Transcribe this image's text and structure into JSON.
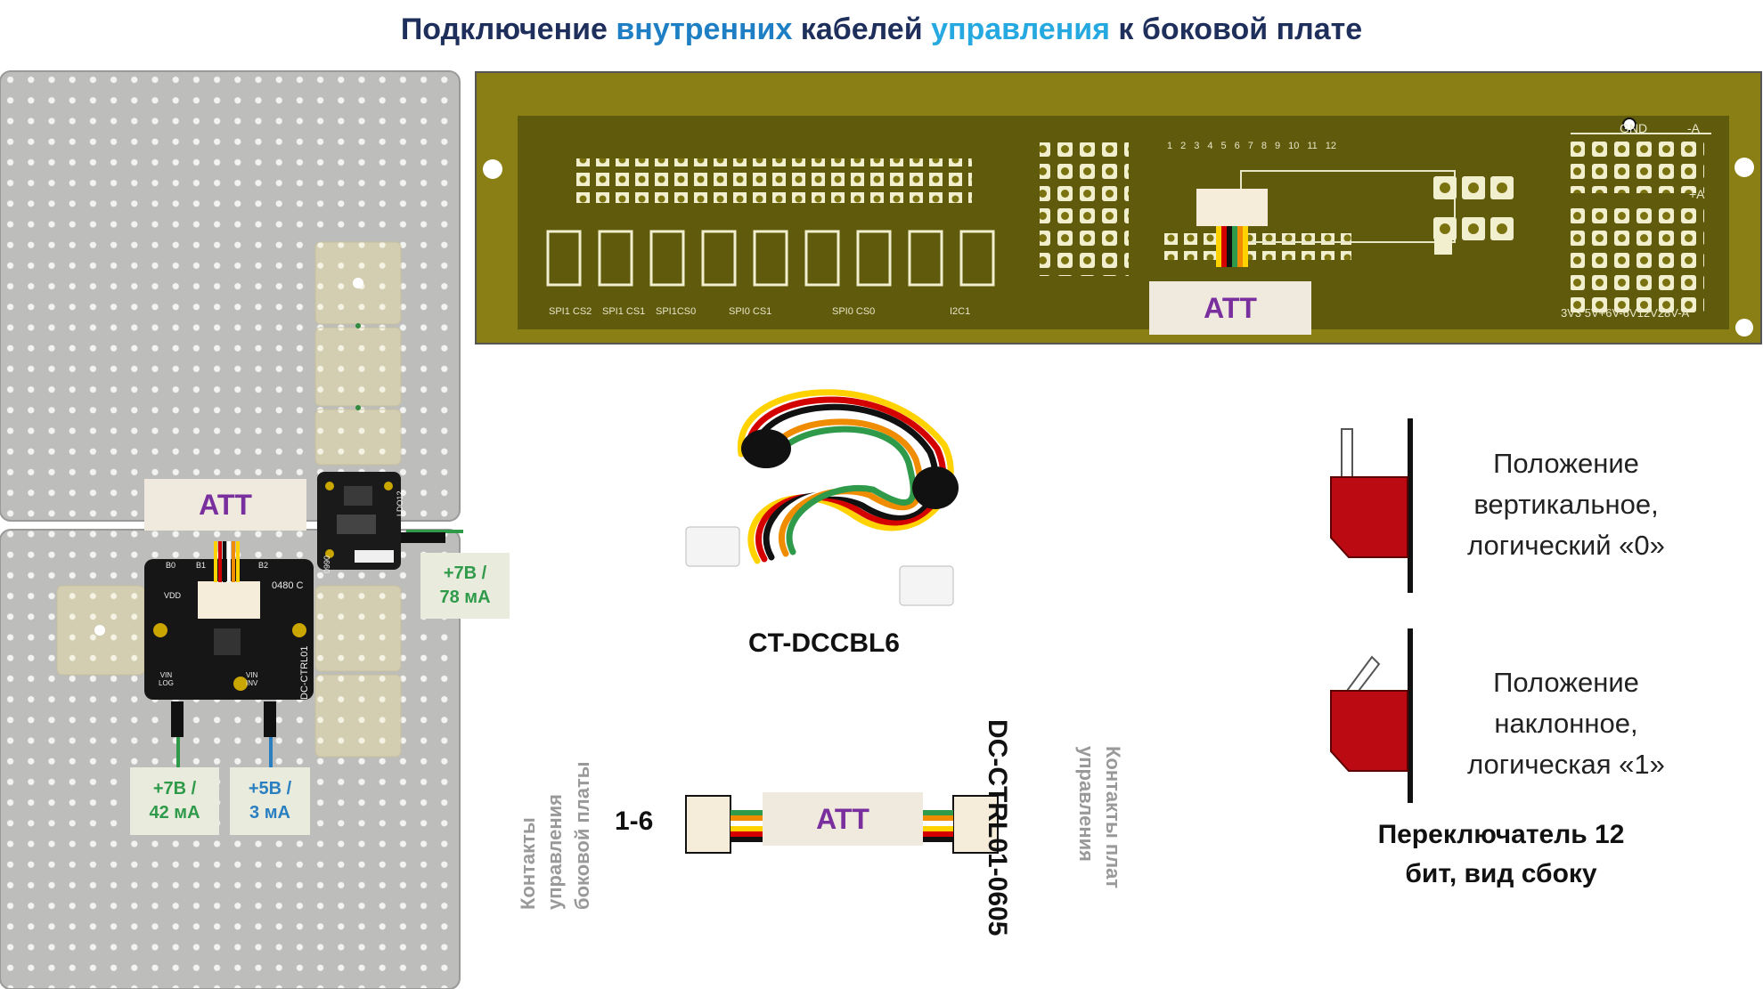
{
  "title": {
    "part1": "Подключение ",
    "part2": "внутренних",
    "part3": " кабелей ",
    "part4": "управления",
    "part5": " к боковой плате"
  },
  "att_label": "ATT",
  "side_board": {
    "gnd_label": "GND",
    "minus_a_label": "-A",
    "plus_a_label": "+A",
    "pin_numbers": [
      "1",
      "2",
      "3",
      "4",
      "5",
      "6",
      "7",
      "8",
      "9",
      "10",
      "11",
      "12"
    ],
    "connector_labels": [
      "SPI1 CS2",
      "SPI1 CS1",
      "SPI1CS0",
      "SPI0 CS1",
      "SPI0 CS0",
      "I2C1"
    ],
    "power_labels": "3V3  5V+6V-6V12V28V-A"
  },
  "cable_name": "CT-DCCBL6",
  "ctrl_module": {
    "model": "DC-CTRL01",
    "code": "0480 C",
    "pin_vdd": "VDD",
    "pin_b0": "B0",
    "pin_b1": "B1",
    "pin_b2": "B2",
    "vin_left": "VIN",
    "vin_left_sub": "LOG",
    "vin_right": "VIN",
    "vin_right_sub": "INV"
  },
  "ldo_module": {
    "code": "0990",
    "label": "LDO12"
  },
  "power": [
    {
      "line1": "+7В /",
      "line2": "78 мА",
      "color": "#2f9a4a"
    },
    {
      "line1": "+7В /",
      "line2": "42 мА",
      "color": "#2f9a4a"
    },
    {
      "line1": "+5В /",
      "line2": "3 мА",
      "color": "#2a7fc0"
    }
  ],
  "wiring": {
    "left_label_line1": "Контакты",
    "left_label_line2": "управления",
    "left_label_line3": "боковой платы",
    "left_pins": "1-6",
    "right_model": "DC-CTRL01-0605",
    "right_label_line1": "Контакты плат",
    "right_label_line2": "управления"
  },
  "switch_states": [
    {
      "line1": "Положение",
      "line2": "вертикальное,",
      "line3": "логический «0»"
    },
    {
      "line1": "Положение",
      "line2": "наклонное,",
      "line3": "логическая «1»"
    }
  ],
  "switch_caption_line1": "Переключатель 12",
  "switch_caption_line2": "бит, вид сбоку",
  "colors": {
    "pcb": "#8a7f14",
    "pcb_dark": "#5f5a0c",
    "pad": "#f2efcf",
    "switch_red": "#bb0a11",
    "att_bg": "#efeadd",
    "att_text": "#7a2f9e"
  }
}
